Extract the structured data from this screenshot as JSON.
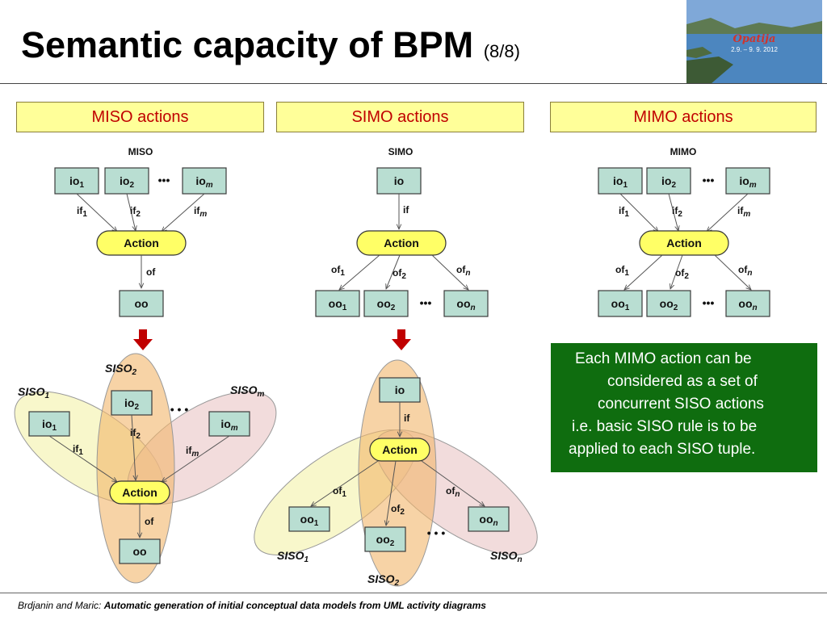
{
  "slide": {
    "title": "Semantic capacity of BPM",
    "page": "(8/8)",
    "photo_caption": {
      "town": "Opatija",
      "dates": "2.9. – 9. 9. 2012"
    }
  },
  "headers": {
    "miso": "MISO actions",
    "simo": "SIMO actions",
    "mimo": "MIMO actions"
  },
  "diagrams": {
    "miso": {
      "title": "MISO",
      "action": "Action",
      "flow_out": "of"
    },
    "simo": {
      "title": "SIMO",
      "action": "Action",
      "flow_in": "if"
    },
    "mimo": {
      "title": "MIMO",
      "action": "Action"
    },
    "miso_split": {
      "action": "Action",
      "flow_out": "of"
    },
    "simo_split": {
      "action": "Action",
      "flow_in": "if"
    }
  },
  "note": {
    "line1": "Each MIMO action can be",
    "line2": "considered as a set of",
    "line3": "concurrent SISO actions",
    "line4": "i.e. basic SISO rule is to be",
    "line5": "applied to each SISO tuple."
  },
  "footer": {
    "authors": "Brdjanin and Maric: ",
    "paper": "Automatic generation of initial conceptual data models  from UML activity diagrams"
  },
  "colors": {
    "header_bg": "#ffff99",
    "header_text": "#c00000",
    "node_fill": "#b9ded2",
    "action_fill": "#ffff66",
    "note_bg": "#0f6d0f",
    "arrow_red": "#c00000"
  }
}
